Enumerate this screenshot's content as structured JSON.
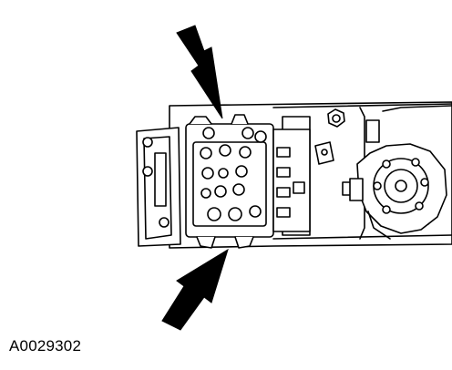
{
  "figure": {
    "id_label": "A0029302",
    "line_color": "#000000",
    "fill_color": "#ffffff",
    "arrows": [
      {
        "name": "upper-callout-arrow",
        "points_to": "upper-locking-tab"
      },
      {
        "name": "lower-callout-arrow",
        "points_to": "lower-locking-tab"
      }
    ]
  }
}
